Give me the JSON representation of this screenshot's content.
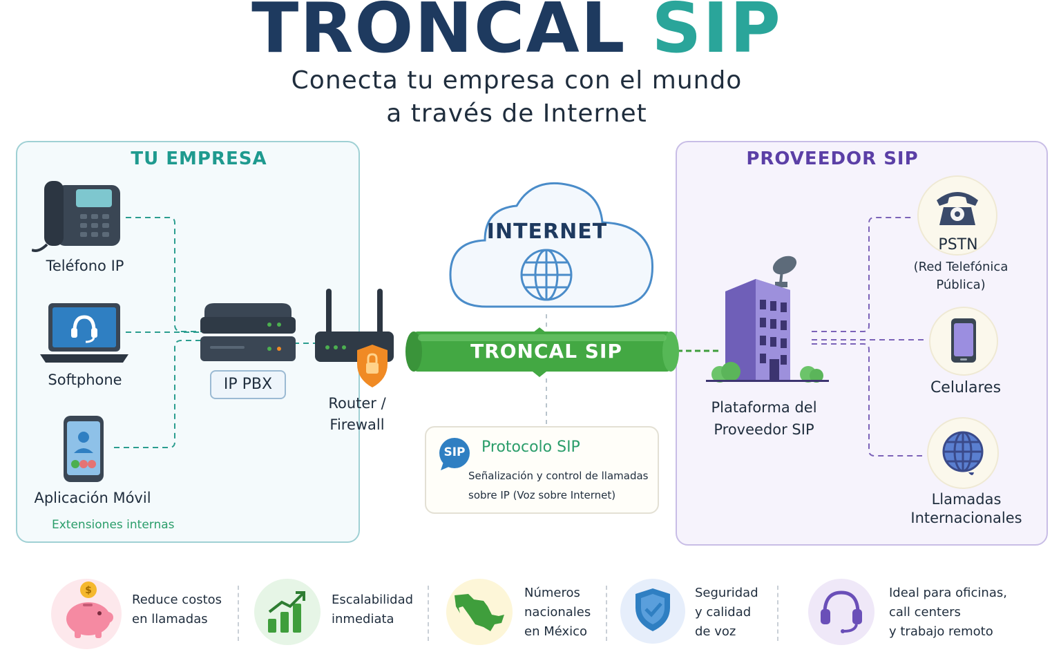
{
  "title": {
    "main": "TRONCAL",
    "accent": "SIP"
  },
  "subtitle": {
    "line1": "Conecta tu empresa con el mundo",
    "line2": "a través de Internet"
  },
  "left_panel": {
    "title": "TU EMPRESA",
    "devices": [
      {
        "label": "Teléfono IP",
        "icon": "ip-phone-icon"
      },
      {
        "label": "Softphone",
        "icon": "laptop-headset-icon"
      },
      {
        "label": "Aplicación Móvil",
        "icon": "mobile-app-icon"
      }
    ],
    "footnote": "Extensiones internas",
    "pbx_label": "IP PBX",
    "router_label_line1": "Router /",
    "router_label_line2": "Firewall"
  },
  "center": {
    "cloud_label": "INTERNET",
    "trunk_label": "TRONCAL SIP",
    "protocol": {
      "badge": "SIP",
      "title": "Protocolo SIP",
      "line1": "Señalización y control de llamadas",
      "line2": "sobre IP (Voz sobre Internet)"
    }
  },
  "right_panel": {
    "title": "PROVEEDOR SIP",
    "platform_line1": "Plataforma del",
    "platform_line2": "Proveedor SIP",
    "destinations": [
      {
        "label": "PSTN",
        "sub1": "(Red Telefónica",
        "sub2": "Pública)",
        "icon": "rotary-phone-icon"
      },
      {
        "label": "Celulares",
        "icon": "cellphone-icon"
      },
      {
        "label": "Llamadas",
        "label2": "Internacionales",
        "icon": "globe-icon"
      }
    ]
  },
  "benefits": [
    {
      "line1": "Reduce costos",
      "line2": "en llamadas",
      "icon": "piggy-bank-icon"
    },
    {
      "line1": "Escalabilidad",
      "line2": "inmediata",
      "icon": "growth-chart-icon"
    },
    {
      "line1": "Números",
      "line2": "nacionales",
      "line3": "en México",
      "icon": "mexico-map-icon"
    },
    {
      "line1": "Seguridad",
      "line2": "y calidad",
      "line3": "de voz",
      "icon": "shield-icon"
    },
    {
      "line1": "Ideal para oficinas,",
      "line2": "call centers",
      "line3": "y trabajo remoto",
      "icon": "headset-icon"
    }
  ],
  "colors": {
    "navy": "#1e3a5f",
    "teal": "#2aa59a",
    "purple": "#5b3fa6",
    "trunk_green": "#3f9e3c",
    "cloud_blue": "#4a8cc9"
  }
}
